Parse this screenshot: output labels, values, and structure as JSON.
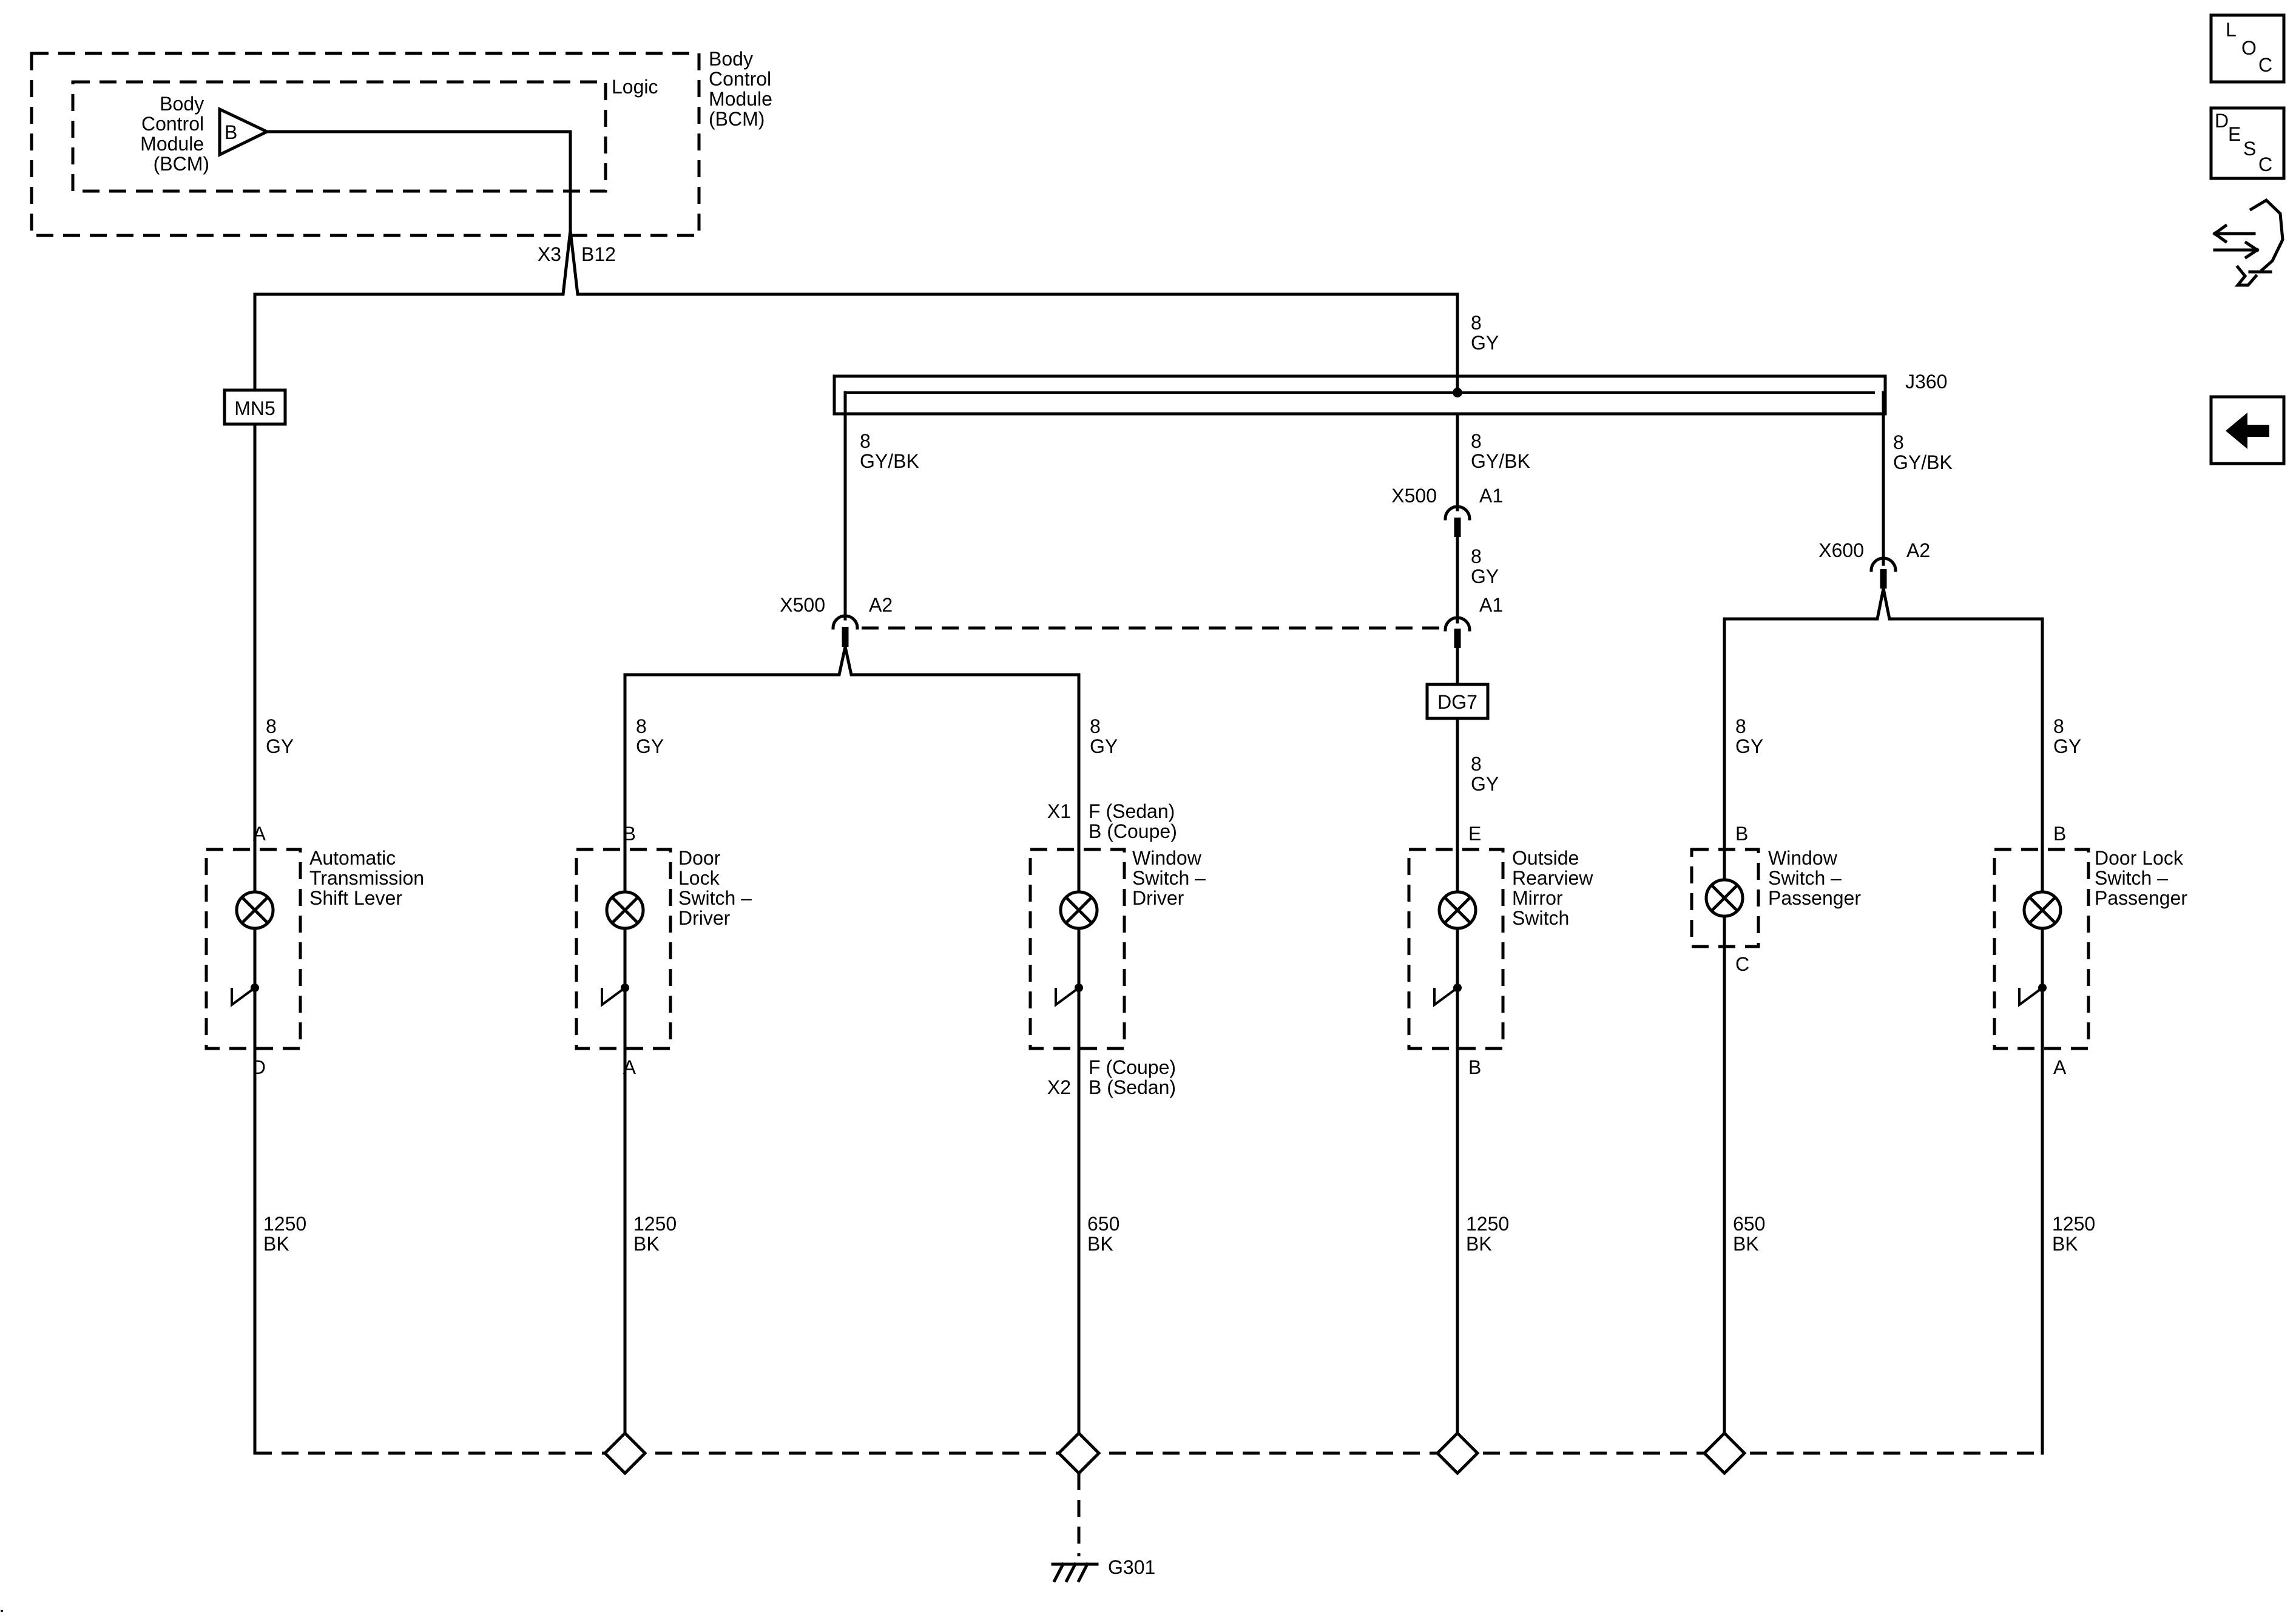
{
  "bcm": {
    "outer_label": [
      "Body",
      "Control",
      "Module",
      "(BCM)"
    ],
    "logic_label": "Logic",
    "inner_label": [
      "Body",
      "Control",
      "Module",
      "(BCM)"
    ],
    "driver_letter": "B",
    "connector": "X3",
    "pin": "B12"
  },
  "splices": {
    "mn5": "MN5",
    "dg7": "DG7",
    "j360": "J360"
  },
  "wires": {
    "bcm_out": [
      "8",
      "GY"
    ],
    "j360_left": [
      "8",
      "GY/BK"
    ],
    "j360_mid": [
      "8",
      "GY/BK"
    ],
    "j360_right": [
      "8",
      "GY/BK"
    ],
    "x500_a1_out": [
      "8",
      "GY"
    ],
    "dg7_out": [
      "8",
      "GY"
    ],
    "feed_shift": [
      "8",
      "GY"
    ],
    "feed_doorlock_drv": [
      "8",
      "GY"
    ],
    "feed_window_drv": [
      "8",
      "GY"
    ],
    "feed_window_pass": [
      "8",
      "GY"
    ],
    "feed_doorlock_pass": [
      "8",
      "GY"
    ],
    "gnd_shift": [
      "1250",
      "BK"
    ],
    "gnd_doorlock_drv": [
      "1250",
      "BK"
    ],
    "gnd_window_drv": [
      "650",
      "BK"
    ],
    "gnd_mirror": [
      "1250",
      "BK"
    ],
    "gnd_window_pass": [
      "650",
      "BK"
    ],
    "gnd_doorlock_pass": [
      "1250",
      "BK"
    ]
  },
  "connectors": {
    "x500_mid": {
      "name": "X500",
      "pin": "A1"
    },
    "x500_mid_lower": {
      "pin": "A1"
    },
    "x500_left": {
      "name": "X500",
      "pin": "A2"
    },
    "x600": {
      "name": "X600",
      "pin": "A2"
    }
  },
  "components": {
    "shift_lever": {
      "label": [
        "Automatic",
        "Transmission",
        "Shift Lever"
      ],
      "pin_top": "A",
      "pin_bottom": "D"
    },
    "doorlock_driver": {
      "label": [
        "Door",
        "Lock",
        "Switch –",
        "Driver"
      ],
      "pin_top": "B",
      "pin_bottom": "A"
    },
    "window_driver": {
      "label": [
        "Window",
        "Switch –",
        "Driver"
      ],
      "conn_top": "X1",
      "pin_top": [
        "F (Sedan)",
        "B (Coupe)"
      ],
      "conn_bottom": "X2",
      "pin_bottom": [
        "F (Coupe)",
        "B (Sedan)"
      ]
    },
    "mirror_switch": {
      "label": [
        "Outside",
        "Rearview",
        "Mirror",
        "Switch"
      ],
      "pin_top": "E",
      "pin_bottom": "B"
    },
    "window_passenger": {
      "label": [
        "Window",
        "Switch –",
        "Passenger"
      ],
      "pin_top": "B",
      "pin_bottom": "C"
    },
    "doorlock_passenger": {
      "label": [
        "Door Lock",
        "Switch –",
        "Passenger"
      ],
      "pin_top": "B",
      "pin_bottom": "A"
    }
  },
  "ground": "G301",
  "side_buttons": {
    "loc": [
      "L",
      "O",
      "C"
    ],
    "desc": [
      "D",
      "E",
      "S",
      "C"
    ],
    "connector_icon": "connector-repair-icon",
    "back_icon": "back-arrow-icon"
  }
}
